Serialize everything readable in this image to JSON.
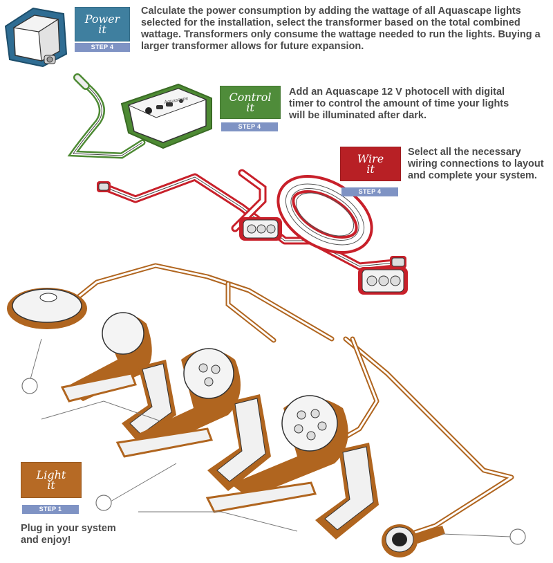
{
  "steps": {
    "power": {
      "title_line1": "Power",
      "title_line2": "it",
      "step_label": "STEP 4",
      "color": "#3f7f9f",
      "description": "Calculate the power consumption by adding the wattage of all Aquascape lights selected for the installation, select the transformer based on the total combined wattage. Transformers only consume the wattage needed to run the lights. Buying a larger transformer allows for future expansion."
    },
    "control": {
      "title_line1": "Control",
      "title_line2": "it",
      "step_label": "STEP 4",
      "color": "#4f8c3a",
      "description": "Add an Aquascape 12 V photocell with digital timer to control the amount of time your lights will be illuminated after dark."
    },
    "wire": {
      "title_line1": "Wire",
      "title_line2": "it",
      "step_label": "STEP 4",
      "color": "#b82025",
      "description": "Select all the necessary wiring connections to layout and complete your system."
    },
    "light": {
      "title_line1": "Light",
      "title_line2": "it",
      "step_label": "STEP 1",
      "color": "#b66a25",
      "description": "Plug in your system and enjoy!"
    }
  },
  "device_brand": "Aquascape",
  "colors": {
    "power_outline": "#2f6d93",
    "control_outline": "#4d8a33",
    "wire_outline": "#c8202a",
    "light_outline": "#b0651f",
    "step_badge": "#7f93c4",
    "text": "#4a4a4a"
  }
}
